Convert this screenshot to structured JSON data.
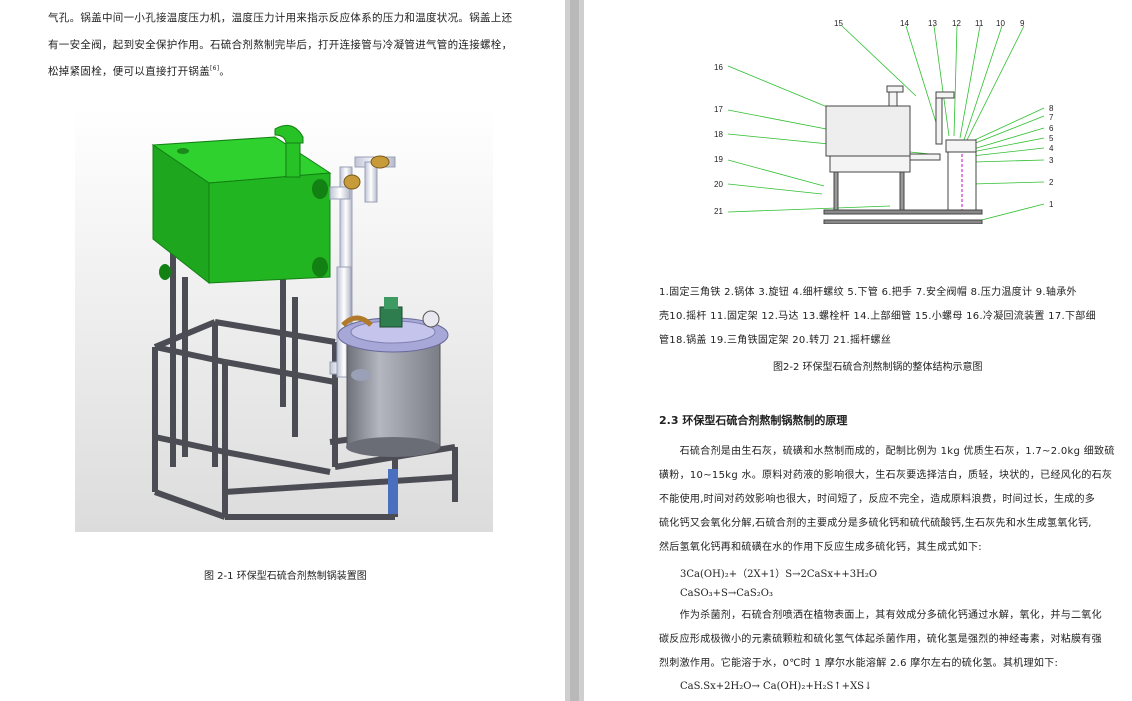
{
  "left_page": {
    "intro_lines": [
      "气孔。锅盖中间一小孔接温度压力机，温度压力计用来指示反应体系的压力和温度状况。锅盖上还",
      "有一安全阀，起到安全保护作用。石硫合剂熬制完毕后，打开连接管与冷凝管进气管的连接螺栓，",
      "松掉紧固栓，便可以直接打开锅盖"
    ],
    "intro_ref": "[6]",
    "intro_end": "。",
    "figure_caption": "图 2-1  环保型石硫合剂熬制锅装置图"
  },
  "right_page": {
    "diagram_labels": [
      "1",
      "2",
      "3",
      "4",
      "5",
      "6",
      "7",
      "8",
      "9",
      "10",
      "11",
      "12",
      "13",
      "14",
      "15",
      "16",
      "17",
      "18",
      "19",
      "20",
      "21"
    ],
    "parts_lines": [
      "1.固定三角铁 2.锅体 3.旋钮 4.细杆螺纹 5.下管 6.把手 7.安全阀帽 8.压力温度计 9.轴承外",
      "壳10.摇杆 11.固定架 12.马达 13.螺栓杆 14.上部细管 15.小螺母 16.冷凝回流装置 17.下部细",
      "管18.锅盖 19.三角铁固定架 20.转刀 21.摇杆螺丝"
    ],
    "figure_caption": "图2-2  环保型石硫合剂熬制锅的整体结构示意图",
    "section_heading": "2.3 环保型石硫合剂熬制锅熬制的原理",
    "body_lines": [
      "　　石硫合剂是由生石灰，硫磺和水熬制而成的，配制比例为 1kg 优质生石灰，1.7~2.0kg 细致硫",
      "磺粉，10~15kg 水。原料对药液的影响很大，生石灰要选择洁白，质轻，块状的，已经风化的石灰",
      "不能使用,时间对药效影响也很大，时间短了，反应不完全，造成原料浪费，时间过长，生成的多",
      "硫化钙又会氧化分解,石硫合剂的主要成分是多硫化钙和硫代硫酸钙,生石灰先和水生成氢氧化钙,",
      "然后氢氧化钙再和硫磺在水的作用下反应生成多硫化钙，其生成式如下:"
    ],
    "formula1": "3Ca(OH)₂+（2X+1）S→2CaSx++3H₂O",
    "formula2": "CaSO₃+S→CaS₂O₃",
    "body_lines2": [
      "　　作为杀菌剂，石硫合剂喷洒在植物表面上，其有效成分多硫化钙通过水解，氧化，并与二氧化",
      "碳反应形成极微小的元素硫颗粒和硫化氢气体起杀菌作用，硫化氢是强烈的神经毒素，对粘膜有强",
      "烈刺激作用。它能溶于水，0℃时 1 摩尔水能溶解 2.6 摩尔左右的硫化氢。其机理如下:"
    ],
    "formula3": "CaS.Sx+2H₂O→  Ca(OH)₂+H₂S↑+XS↓"
  },
  "colors": {
    "tank_green": "#22b522",
    "pot_gray": "#9a9ca6",
    "lid_blue": "#a8a8d8",
    "leader_green": "#2fbf2f"
  }
}
